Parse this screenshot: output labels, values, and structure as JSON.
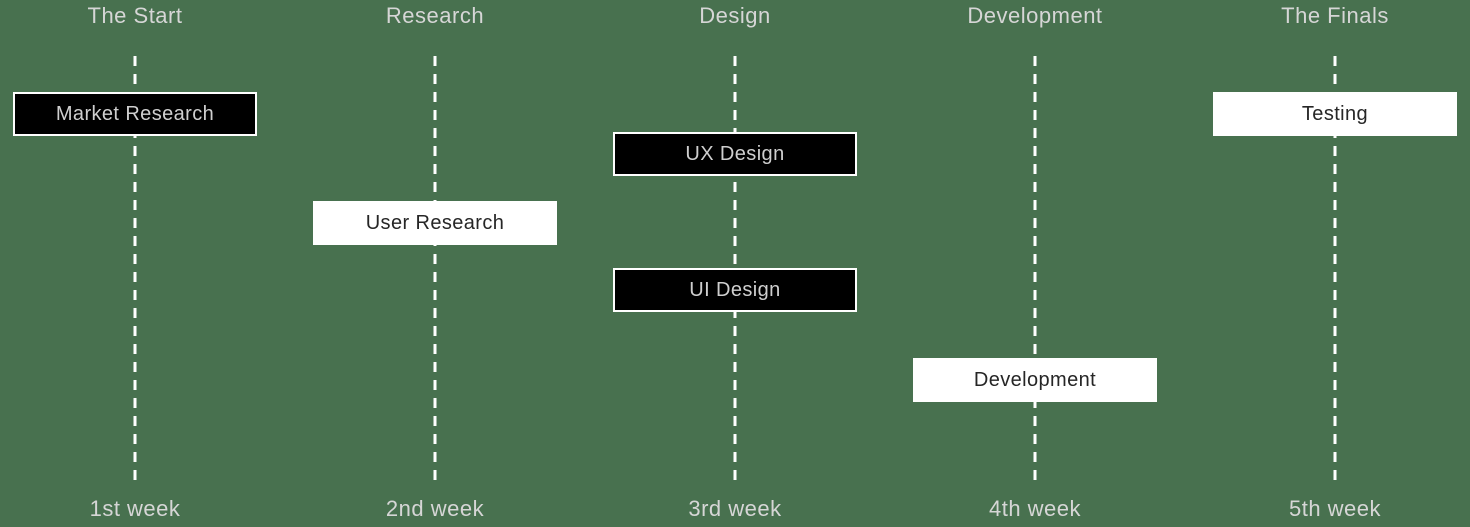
{
  "colors": {
    "background": "#48714F",
    "heading_text": "#D6D6D6",
    "dashed_line": "#FFFFFF",
    "dark_task_bg": "#000000",
    "dark_task_border": "#FFFFFF",
    "dark_task_text": "#CFCFCF",
    "light_task_bg": "#FFFFFF",
    "light_task_text": "#262626"
  },
  "columns": [
    {
      "title": "The Start",
      "week": "1st week",
      "tasks": [
        {
          "label": "Market Research",
          "style": "dark"
        }
      ]
    },
    {
      "title": "Research",
      "week": "2nd week",
      "tasks": [
        {
          "label": "User Research",
          "style": "light"
        }
      ]
    },
    {
      "title": "Design",
      "week": "3rd week",
      "tasks": [
        {
          "label": "UX Design",
          "style": "dark"
        },
        {
          "label": "UI Design",
          "style": "dark"
        }
      ]
    },
    {
      "title": "Development",
      "week": "4th week",
      "tasks": [
        {
          "label": "Development",
          "style": "light"
        }
      ]
    },
    {
      "title": "The Finals",
      "week": "5th week",
      "tasks": [
        {
          "label": "Testing",
          "style": "light"
        }
      ]
    }
  ]
}
